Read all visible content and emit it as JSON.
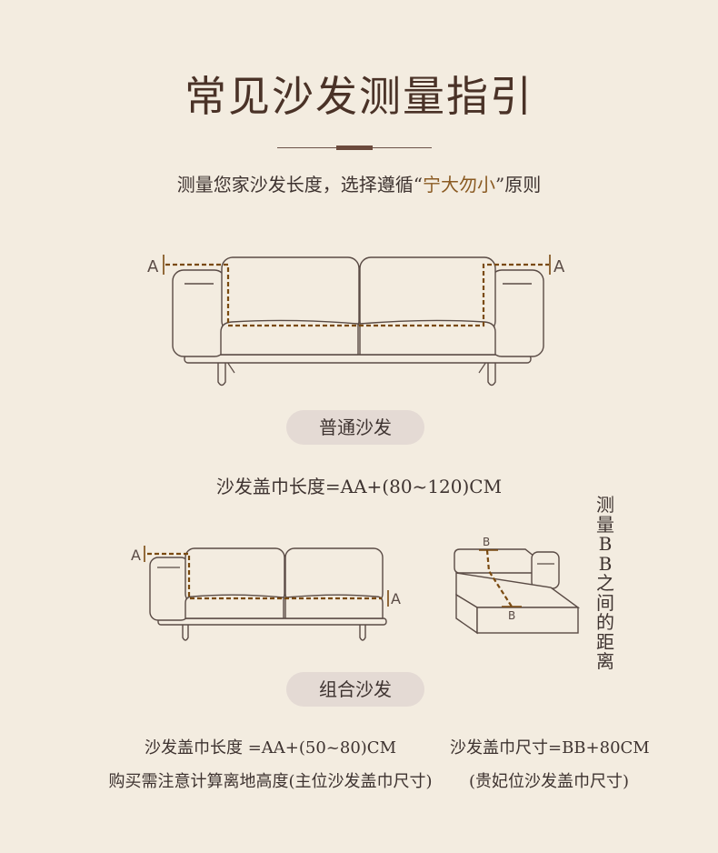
{
  "title": "常见沙发测量指引",
  "subtitle": {
    "prefix": "测量您家沙发长度，选择遵循“",
    "highlight": "宁大勿小",
    "suffix": "”原则"
  },
  "diagram_labels": {
    "a": "A",
    "b": "B"
  },
  "normal_sofa": {
    "label": "普通沙发",
    "formula": "沙发盖巾长度=AA+(80~120)CM"
  },
  "vertical_note": "测量BB之间的距离",
  "combo_sofa": {
    "label": "组合沙发",
    "formula_left": "沙发盖巾长度 =AA+(50~80)CM",
    "note_left": "购买需注意计算离地高度(主位沙发盖巾尺寸)",
    "formula_right": "沙发盖巾尺寸=BB+80CM",
    "note_right": "(贵妃位沙发盖巾尺寸)"
  },
  "colors": {
    "background": "#f3ece0",
    "title": "#4a3227",
    "highlight": "#8a5a22",
    "measure_line": "#7a4a10",
    "pill": "#e4dad4"
  }
}
